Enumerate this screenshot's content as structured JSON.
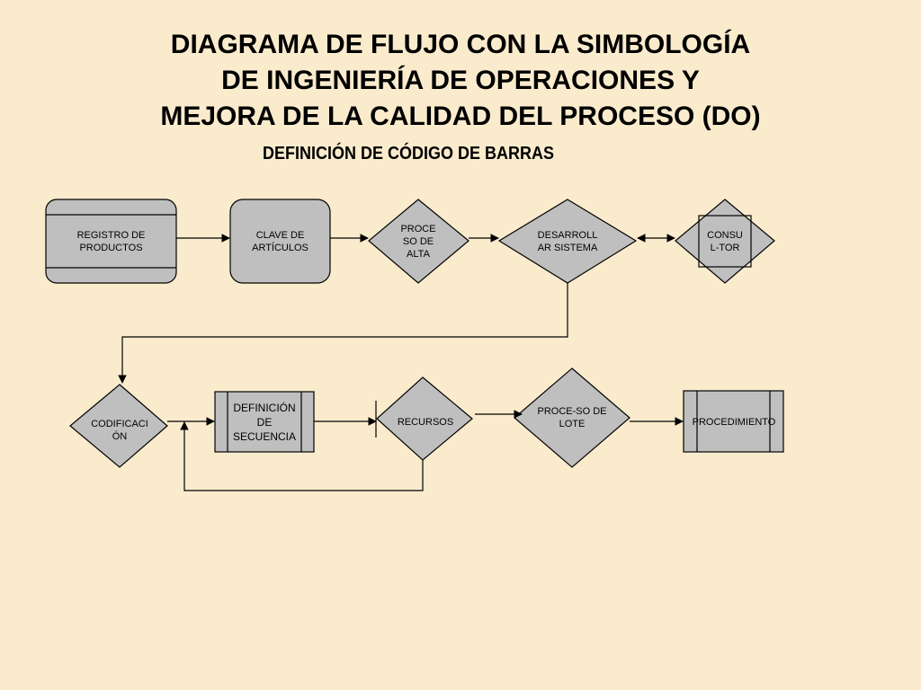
{
  "title_lines": [
    "DIAGRAMA DE FLUJO CON LA SIMBOLOGÍA",
    "DE INGENIERÍA DE OPERACIONES Y",
    "MEJORA DE LA CALIDAD DEL PROCESO (DO)"
  ],
  "subtitle": "DEFINICIÓN DE CÓDIGO DE BARRAS",
  "nodes": {
    "registro": {
      "lines": [
        "REGISTRO DE PRODUCTOS"
      ]
    },
    "clave": {
      "lines": [
        "CLAVE DE",
        "ARTÍCULOS"
      ]
    },
    "proceso_alta": {
      "lines": [
        "PROCE",
        "SO DE",
        "ALTA"
      ]
    },
    "desarrollar": {
      "lines": [
        "DESARROLL",
        "AR SISTEMA"
      ]
    },
    "consultor": {
      "lines": [
        "CONSU",
        "L-TOR"
      ]
    },
    "codificacion": {
      "lines": [
        "CODIFICACI",
        "ÓN"
      ]
    },
    "definicion": {
      "lines": [
        "DEFINICIÓN",
        "DE",
        "SECUENCIA"
      ]
    },
    "recursos": {
      "lines": [
        "RECURSOS"
      ]
    },
    "proceso_lote": {
      "lines": [
        "PROCE-SO DE",
        "LOTE"
      ]
    },
    "procedimiento": {
      "lines": [
        "PROCEDIMIENTO"
      ]
    }
  },
  "colors": {
    "background": "#FAEBCD",
    "shape_fill": "#BFBFBF",
    "stroke": "#000000"
  }
}
